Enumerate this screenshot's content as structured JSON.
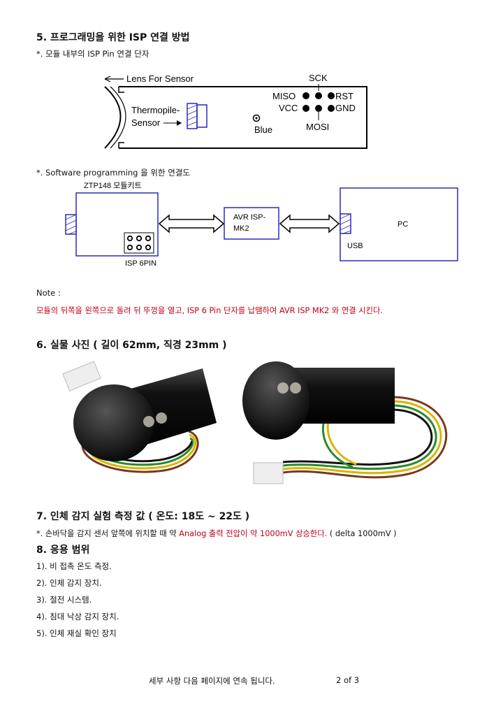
{
  "sec5": {
    "title": "5. 프로그래밍을 위한  ISP 연결 방법",
    "sub1": "*. 모듈 내부의  ISP Pin 연결 단자",
    "fig1": {
      "lens_label": "Lens For  Sensor",
      "sensor_label_1": "Thermopile-",
      "sensor_label_2": "Sensor",
      "blue_label": "Blue",
      "sck": "SCK",
      "miso": "MISO",
      "rst": "RST",
      "vcc": "VCC",
      "gnd": "GND",
      "mosi": "MOSI"
    },
    "sub2": "*. Software programming 을 위한 연결도",
    "fig2": {
      "module_label": "ZTP148 모듈키트",
      "isp_label": "ISP 6PIN",
      "avr_label_1": "AVR ISP-",
      "avr_label_2": "MK2",
      "pc_label": "PC",
      "usb_label": "USB"
    },
    "note_label": "Note :",
    "note_text": "모듈의 뒤쪽을  왼쪽으로 돌려 뒤 뚜껑을 열고, ISP 6 Pin 단자를 납땜하여 AVR ISP MK2 와 연결 시킨다."
  },
  "sec6": {
    "title": "6. 실물 사진 ( 길이 62mm, 직경 23mm )"
  },
  "sec7": {
    "title": "7. 인체 감지 실험 측정 값 ( 온도: 18도 ~ 22도 )",
    "line_a": "*. 손바닥을 감지 센서 앞쪽에 위치할 때 약 ",
    "line_red": "Analog 출력 전압이 약 1000mV 상승한다.",
    "line_b": " ( delta 1000mV )"
  },
  "sec8": {
    "title": "8. 응용 범위",
    "items": [
      "1). 비 접촉 온도 측정.",
      "2). 인체 감지 장치.",
      "3). 절전 시스템.",
      "4). 침대 낙상 감지 장치.",
      "5). 인체 재실 확인 장치"
    ]
  },
  "footer": {
    "text": "세부 사항 다음 페이지에 연속 됩니다.",
    "page": "2 of  3"
  },
  "colors": {
    "blue": "#2a2ab8",
    "red": "#c0001a"
  }
}
